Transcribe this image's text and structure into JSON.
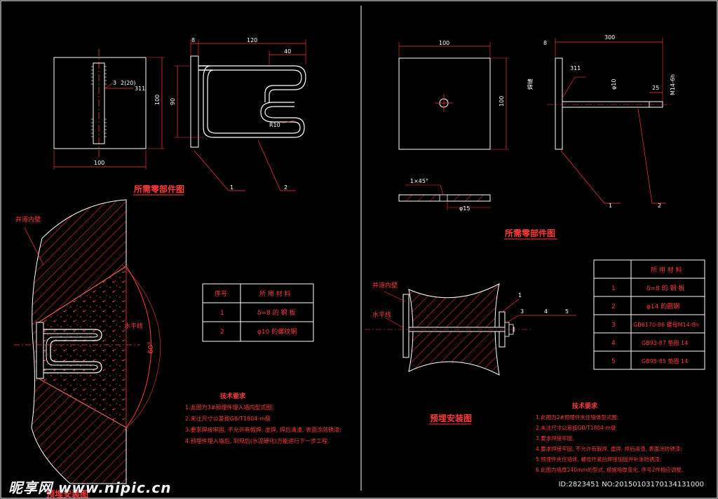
{
  "colors": {
    "background": "#000000",
    "line": "#ffffff",
    "red": "#ff2a2a",
    "hatch": "#ff3333"
  },
  "left": {
    "part_title": "所需零部件图",
    "plate_dims": {
      "width": "100",
      "height": "100"
    },
    "weld_label_a": "3",
    "weld_label_b": "2(20)",
    "weld_label_c": "311",
    "hook_dims": {
      "thickness": "8",
      "length": "120",
      "tail": "40",
      "height": "90",
      "radius": "R10"
    },
    "callouts": [
      "1",
      "2"
    ],
    "wall_label": "井道内壁",
    "level_label": "水平线",
    "angle_label": "60°",
    "install_title": "预埋安装图",
    "table": {
      "headers": [
        "序号",
        "所 用 材 料"
      ],
      "rows": [
        [
          "1",
          "δ=8 的 钢 板"
        ],
        [
          "2",
          "φ10 的螺纹钢"
        ]
      ]
    },
    "notes_title": "技术要求",
    "notes": [
      "1.此图为3#预埋件埋入墙内型式图;",
      "2.未注尺寸公差按GB/T1804-m级",
      "3.要求焊接牢固, 不允许有假焊, 虚焊, 焊后清渣, 表面涂防锈漆;",
      "4.预埋件埋入墙后, 到规后(水泥硬化)方能进行下一步工程."
    ]
  },
  "right": {
    "plate_dims": {
      "width": "100",
      "height": "100"
    },
    "rod_dims": {
      "thickness": "8",
      "length": "300",
      "weld": "311",
      "diameter": "φ10",
      "thread": "25",
      "thread_spec": "M14-6h"
    },
    "weld_word": "焊缝",
    "chamfer": "1×45°",
    "hole": "φ15",
    "callouts": [
      "1",
      "2"
    ],
    "part_title": "所需零部件图",
    "wall_label": "井道内壁",
    "level_label": "水平线",
    "install_callouts": [
      "1",
      "3",
      "4",
      "5"
    ],
    "install_title": "预埋安装图",
    "table": {
      "headers": [
        "",
        "所 用 材 料"
      ],
      "rows": [
        [
          "1",
          "δ=8 的 钢 板"
        ],
        [
          "2",
          "φ14 的圆钢"
        ],
        [
          "3",
          "GB6170-86  螺母M14-8n"
        ],
        [
          "4",
          "GB93-87  垫圈 14"
        ],
        [
          "5",
          "GB95-85  垫圈 14"
        ]
      ]
    },
    "notes_title": "技术要求",
    "notes": [
      "1.此图为2#预埋件夹住墙体型式图;",
      "2.未注尺寸公差按GB/T1804-m级",
      "3.要求焊接牢固,",
      "4.要求焊接牢固, 不允许有假焊, 虚焊, 焊后清渣, 表面涂防锈漆;",
      "5.预埋件夹住墙体, 螺母拧紧后焊接加固并补涂防锈漆;",
      "6.此图为墙厚240mm的型式, 根据墙厚变化, 序号2件相应调整."
    ]
  },
  "watermark": {
    "brand": "昵享网 www.nipic.cn",
    "id": "ID:2823451 NO:20150103170134131000"
  }
}
